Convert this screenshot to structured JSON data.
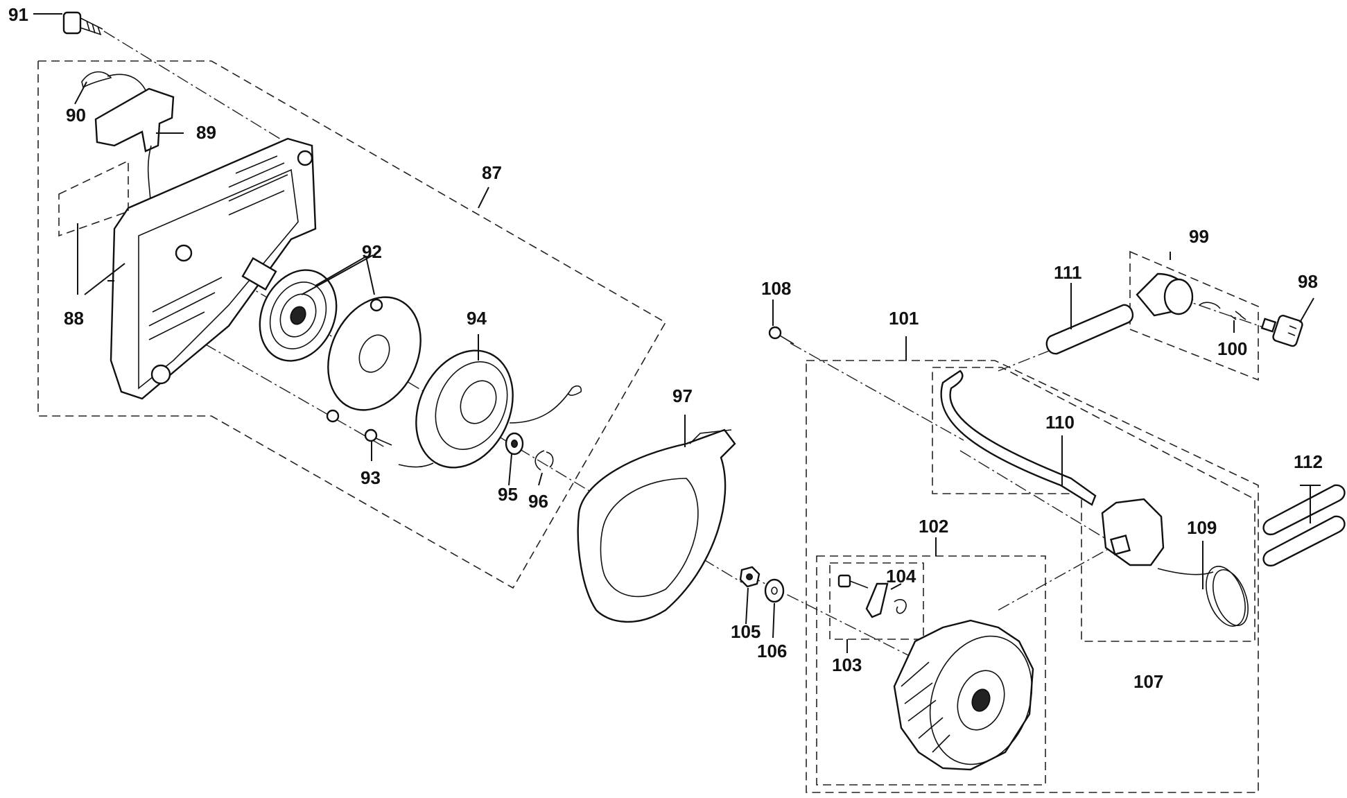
{
  "callouts": {
    "c87": "87",
    "c88": "88",
    "c89": "89",
    "c90": "90",
    "c91": "91",
    "c92": "92",
    "c93": "93",
    "c94": "94",
    "c95": "95",
    "c96": "96",
    "c97": "97",
    "c98": "98",
    "c99": "99",
    "c100": "100",
    "c101": "101",
    "c102": "102",
    "c103": "103",
    "c104": "104",
    "c105": "105",
    "c106": "106",
    "c107": "107",
    "c108": "108",
    "c109": "109",
    "c110": "110",
    "c111": "111",
    "c112": "112"
  }
}
